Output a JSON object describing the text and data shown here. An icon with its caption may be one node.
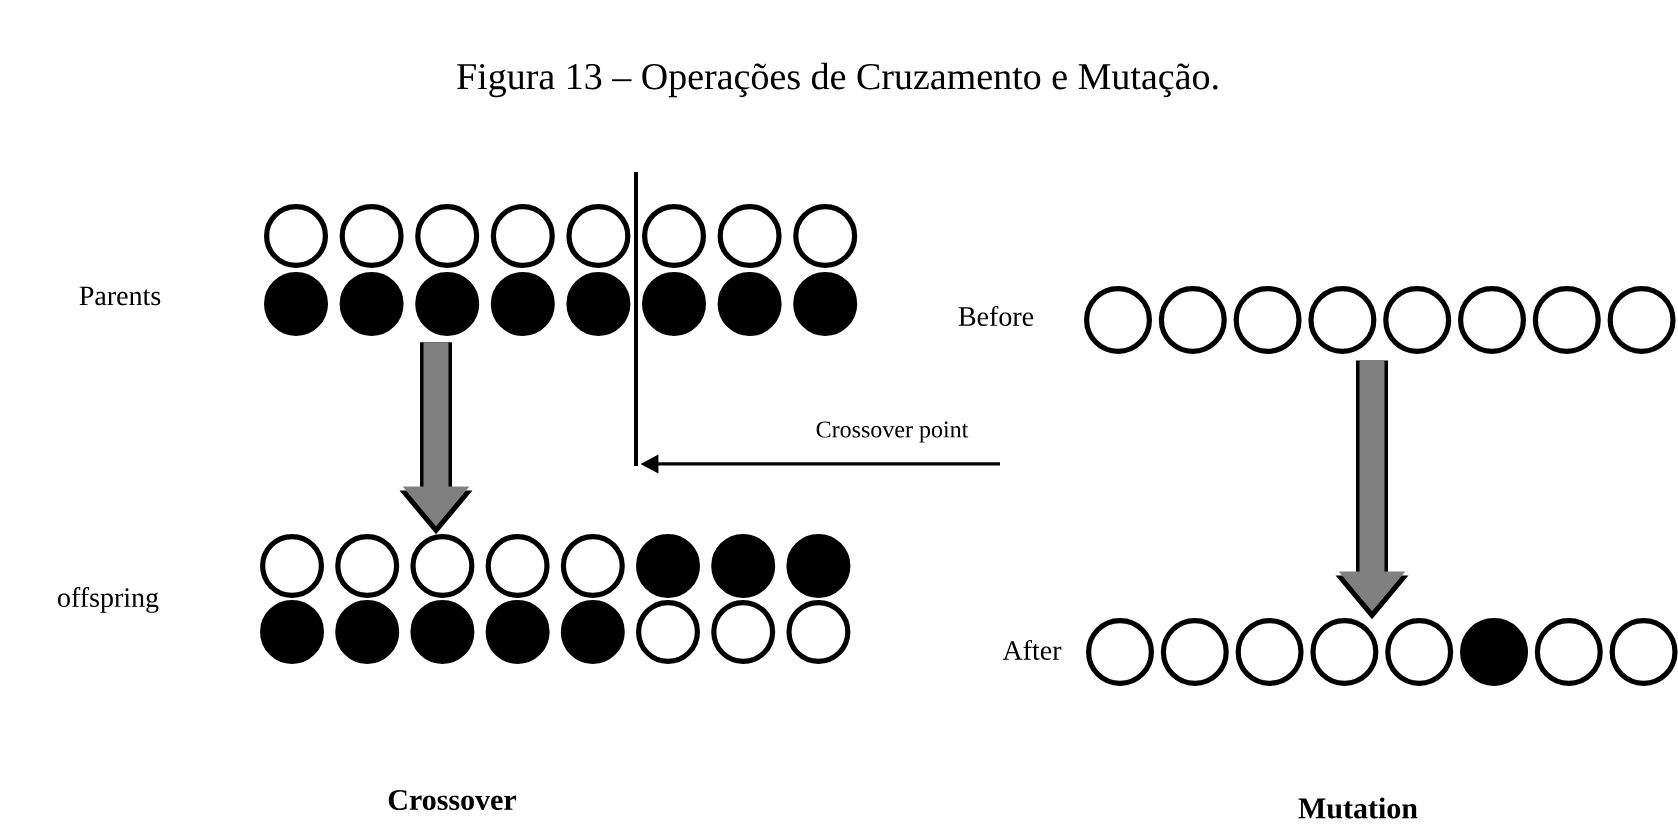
{
  "diagram": {
    "title": "Figura 13 – Operações de Cruzamento e Mutação.",
    "nodes": [
      {
        "text": [],
        "shape": "circle",
        "beside": [
          "Parents"
        ]
      },
      {
        "text": [],
        "shape": "circle",
        "beside": [
          "offspring"
        ]
      },
      {
        "text": [],
        "shape": "circle",
        "beside": [
          "Before"
        ]
      },
      {
        "text": [],
        "shape": "circle",
        "beside": [
          "After"
        ]
      },
      {
        "text": [],
        "shape": "line"
      }
    ],
    "edges": [
      {
        "from": 0,
        "to": 1,
        "arrow": "to"
      },
      {
        "from": 2,
        "to": 3,
        "arrow": "to"
      },
      {
        "from": null,
        "to": 4,
        "arrow": "to",
        "label": "Crossover point",
        "color": "#000000"
      }
    ],
    "labels": [
      "Crossover",
      "Mutation"
    ]
  }
}
